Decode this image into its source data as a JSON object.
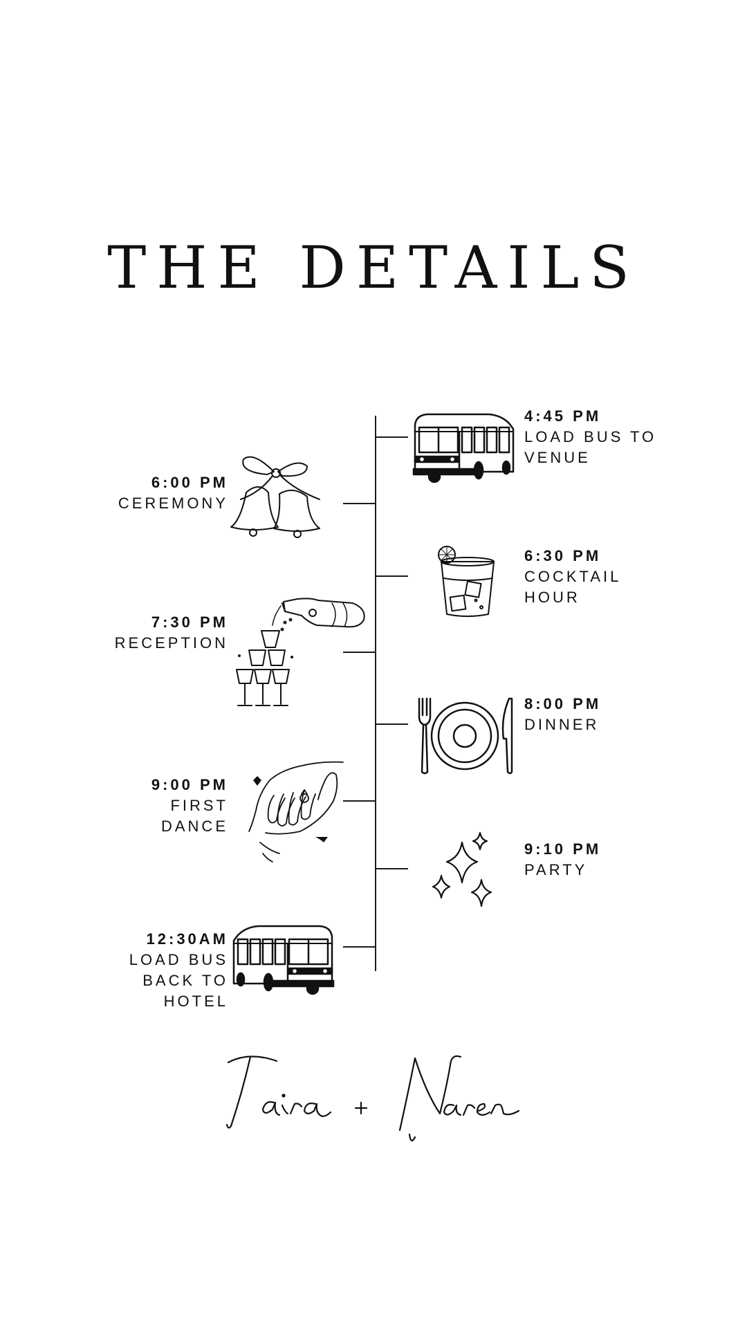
{
  "header": {
    "title": "THE DETAILS"
  },
  "timeline": {
    "left": [
      {
        "time": "6:00 PM",
        "label_lines": [
          "CEREMONY"
        ],
        "icon": "wedding-bells-icon"
      },
      {
        "time": "7:30 PM",
        "label_lines": [
          "RECEPTION"
        ],
        "icon": "champagne-tower-icon"
      },
      {
        "time": "9:00 PM",
        "label_lines": [
          "FIRST",
          "DANCE"
        ],
        "icon": "holding-hands-ring-icon"
      },
      {
        "time": "12:30AM",
        "label_lines": [
          "LOAD BUS",
          "BACK TO",
          "HOTEL"
        ],
        "icon": "bus-icon"
      }
    ],
    "right": [
      {
        "time": "4:45 PM",
        "label_lines": [
          "LOAD BUS TO",
          "VENUE"
        ],
        "icon": "bus-icon"
      },
      {
        "time": "6:30 PM",
        "label_lines": [
          "COCKTAIL",
          "HOUR"
        ],
        "icon": "cocktail-glass-icon"
      },
      {
        "time": "8:00 PM",
        "label_lines": [
          "DINNER"
        ],
        "icon": "plate-fork-knife-icon"
      },
      {
        "time": "9:10 PM",
        "label_lines": [
          "PARTY"
        ],
        "icon": "sparkles-icon"
      }
    ]
  },
  "signature": {
    "text": "Taira + Naren",
    "style": "handwritten-script"
  },
  "colors": {
    "background": "#ffffff",
    "ink": "#111111"
  }
}
